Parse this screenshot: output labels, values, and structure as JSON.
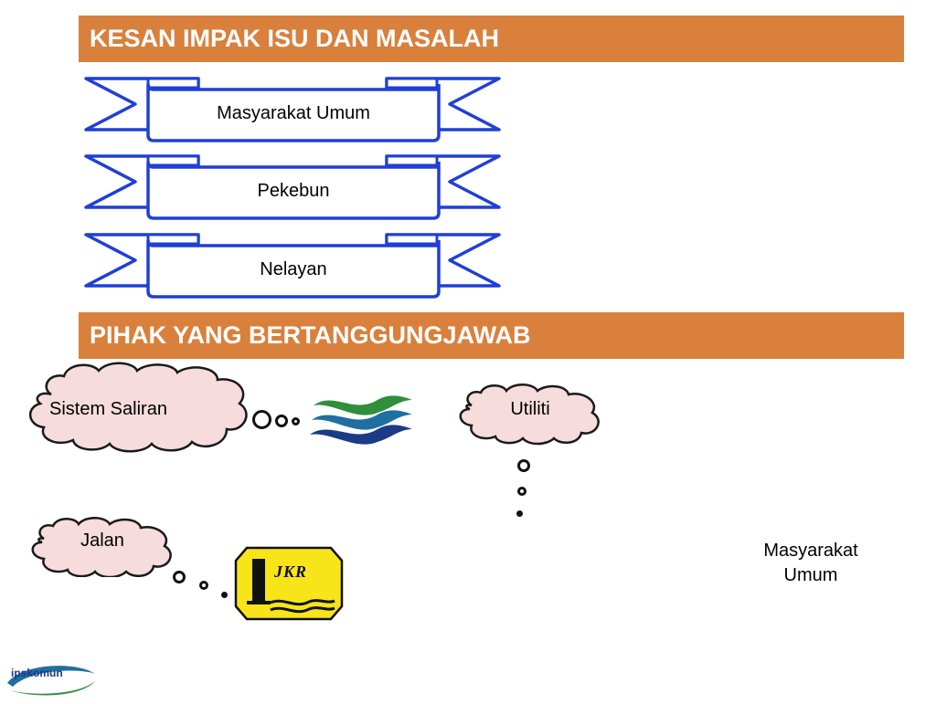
{
  "section1": {
    "title": "KESAN IMPAK ISU DAN MASALAH"
  },
  "ribbons": [
    {
      "label": "Masyarakat Umum"
    },
    {
      "label": "Pekebun"
    },
    {
      "label": "Nelayan"
    }
  ],
  "section2": {
    "title": "PIHAK YANG BERTANGGUNGJAWAB"
  },
  "clouds": {
    "sistem_saliran": "Sistem Saliran",
    "utiliti": "Utiliti",
    "jalan": "Jalan"
  },
  "side_text": {
    "line1": "Masyarakat",
    "line2": "Umum"
  },
  "jkr_logo": {
    "text": "JKR"
  },
  "footer_logo": {
    "text": "ipskomun"
  },
  "colors": {
    "header_bg": "#d9803c",
    "ribbon_stroke": "#1f3fd6",
    "cloud_fill": "#f6dcdc",
    "jkr_yellow": "#f7e51a"
  }
}
